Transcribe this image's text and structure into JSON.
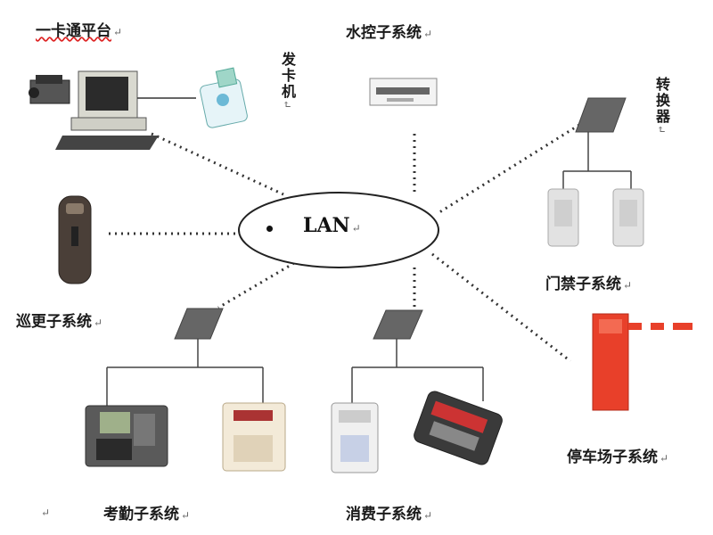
{
  "hub": {
    "label": "LAN",
    "mark": "↵"
  },
  "nodes": {
    "platform": {
      "label": "一卡通平台",
      "mark": "↵"
    },
    "card_issuer": {
      "label": "发卡机",
      "mark": "↵"
    },
    "water": {
      "label": "水控子系统",
      "mark": "↵"
    },
    "converter": {
      "label": "转换器",
      "mark": "↵"
    },
    "access": {
      "label": "门禁子系统",
      "mark": "↵"
    },
    "patrol": {
      "label": "巡更子系统",
      "mark": "↵"
    },
    "attendance": {
      "label": "考勤子系统",
      "mark": "↵"
    },
    "consumption": {
      "label": "消费子系统",
      "mark": "↵"
    },
    "parking": {
      "label": "停车场子系统",
      "mark": "↵"
    }
  },
  "footer_mark": "↵",
  "colors": {
    "connector": "#333333",
    "switch": "#666666",
    "barrier": "#e8402a",
    "reader": "#d8d8d8"
  }
}
